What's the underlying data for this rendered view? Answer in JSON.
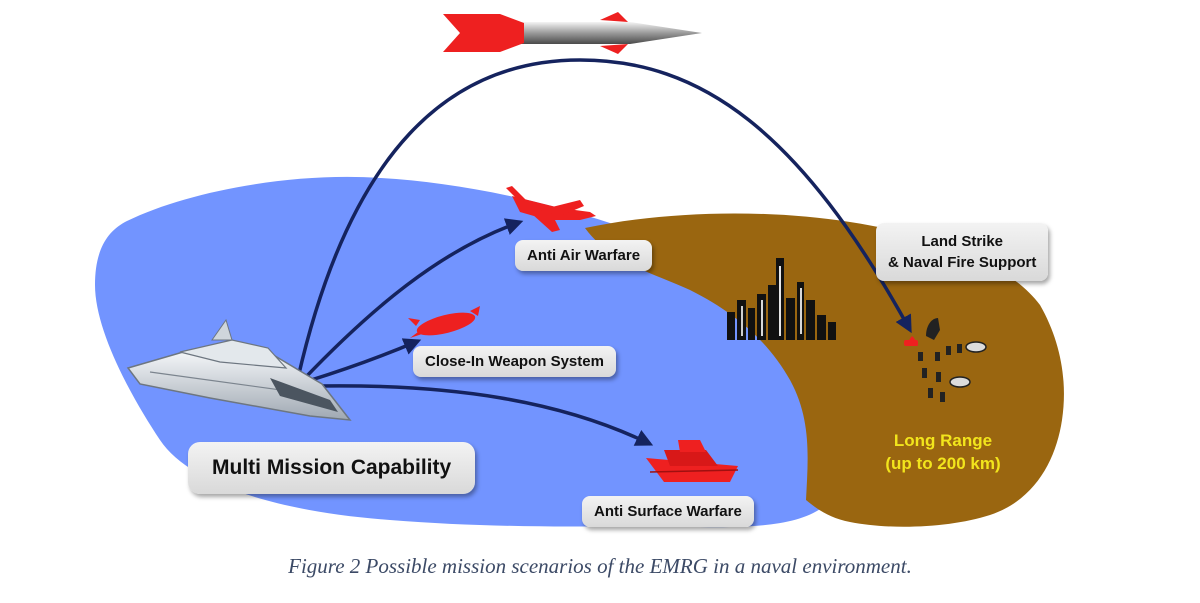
{
  "labels": {
    "anti_air": "Anti Air Warfare",
    "close_in": "Close-In Weapon System",
    "multi_mission": "Multi Mission Capability",
    "anti_surface": "Anti Surface Warfare",
    "land_strike_line1": "Land Strike",
    "land_strike_line2": "& Naval Fire Support"
  },
  "long_range": {
    "line1": "Long Range",
    "line2": "(up to 200 km)"
  },
  "caption": "Figure 2 Possible mission scenarios of the EMRG in a naval environment.",
  "colors": {
    "sea": "#7294ff",
    "land": "#9a6610",
    "arrow": "#15235e",
    "threat_red": "#ee2020",
    "long_range_text": "#f2e51c",
    "caption_text": "#3c4a66"
  }
}
